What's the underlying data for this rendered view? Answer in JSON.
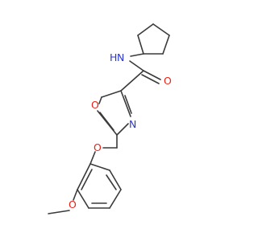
{
  "colors": {
    "bond": "#3a3a3a",
    "nitrogen": "#2a37d4",
    "oxygen": "#e3241b",
    "background": "#ffffff"
  },
  "molecule": {
    "atom_labels": {
      "amide_nh": "N",
      "amide_h": "H",
      "carbonyl_o": "O",
      "oxazole_o": "O",
      "oxazole_n": "N",
      "ether_o": "O",
      "methoxy_o": "O"
    }
  }
}
